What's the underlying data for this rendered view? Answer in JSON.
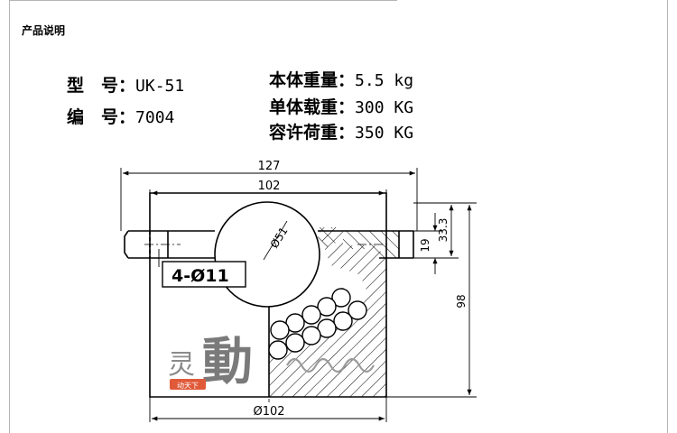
{
  "section_title": "产品说明",
  "specs_left": [
    {
      "label": "型　号：",
      "value": "UK-51"
    },
    {
      "label": "编　号：",
      "value": "7004"
    }
  ],
  "specs_right": [
    {
      "label": "本体重量：",
      "value": "5.5 kg"
    },
    {
      "label": "单体载重：",
      "value": "300 KG"
    },
    {
      "label": "容许荷重：",
      "value": "350 KG"
    }
  ],
  "dimensions": {
    "overall_width": "127",
    "body_width": "102",
    "ball_diameter": "Ø51",
    "flange_thickness": "19",
    "ball_height": "33.3",
    "total_height": "98",
    "base_diameter": "Ø102",
    "hole_note": "4-Ø11"
  },
  "watermark": {
    "char_small": "灵",
    "char_big": "動",
    "stamp": "动天下"
  },
  "colors": {
    "line": "#000000",
    "frame": "#b5b5b5",
    "watermark": "#8a8a8a",
    "stamp": "#e05a3a"
  }
}
